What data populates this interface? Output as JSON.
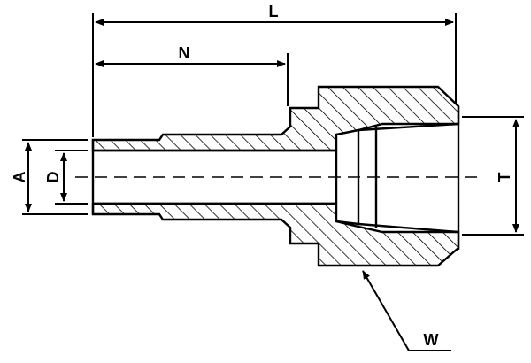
{
  "labels": {
    "L": "L",
    "N": "N",
    "A": "A",
    "D": "D",
    "T": "T",
    "W": "W"
  },
  "colors": {
    "ink": "#000000",
    "background": "#ffffff"
  }
}
